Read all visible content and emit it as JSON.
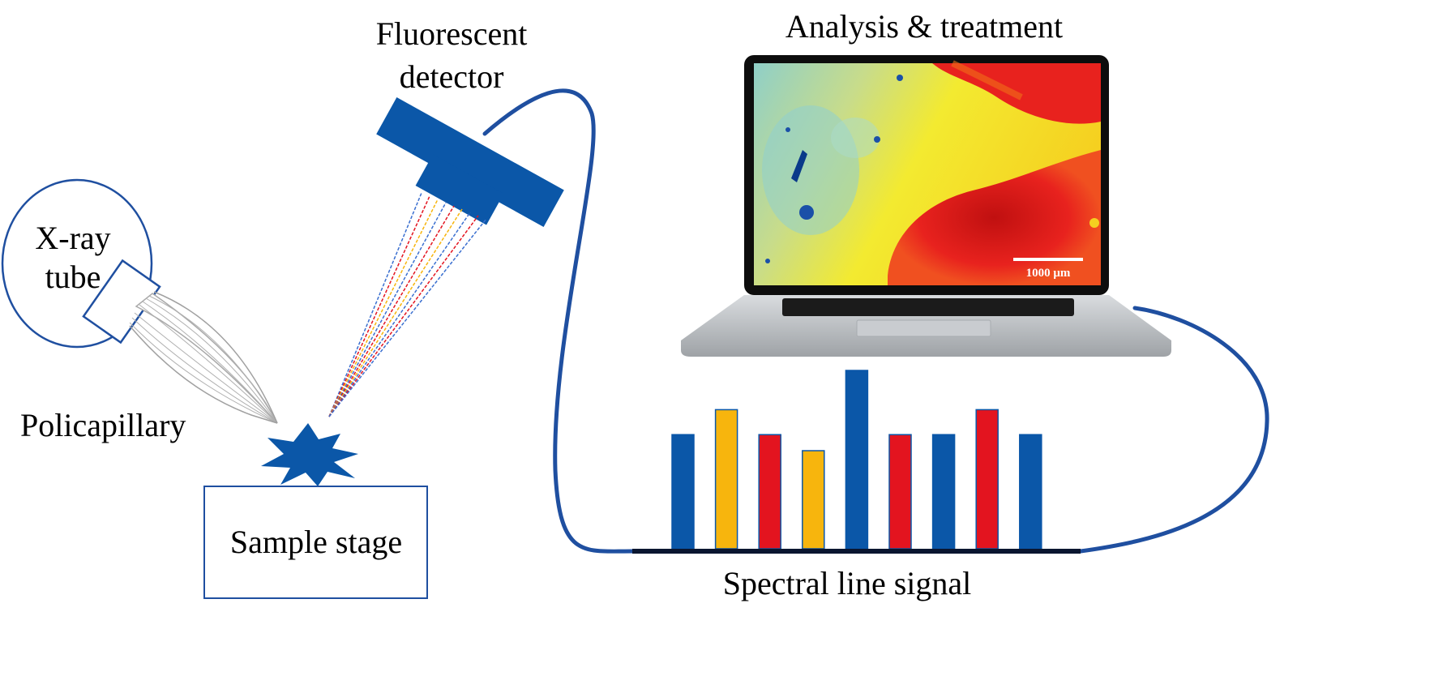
{
  "labels": {
    "xray_tube_line1": "X-ray",
    "xray_tube_line2": "tube",
    "policapillary": "Policapillary",
    "detector_line1": "Fluorescent",
    "detector_line2": "detector",
    "analysis": "Analysis & treatment",
    "sample_stage": "Sample stage",
    "spectral": "Spectral line signal",
    "scale_bar": "1000 μm"
  },
  "colors": {
    "blue": "#0b57a8",
    "yellow": "#f7b50d",
    "red": "#e3141f",
    "cable": "#1f4fa0",
    "baseline": "#0a1630"
  },
  "chart_data": {
    "type": "bar",
    "values": [
      0.64,
      0.78,
      0.64,
      0.55,
      1.0,
      0.64,
      0.64,
      0.78,
      0.64
    ],
    "bar_colors": [
      "blue",
      "yellow",
      "red",
      "yellow",
      "blue",
      "red",
      "blue",
      "red",
      "blue"
    ]
  }
}
